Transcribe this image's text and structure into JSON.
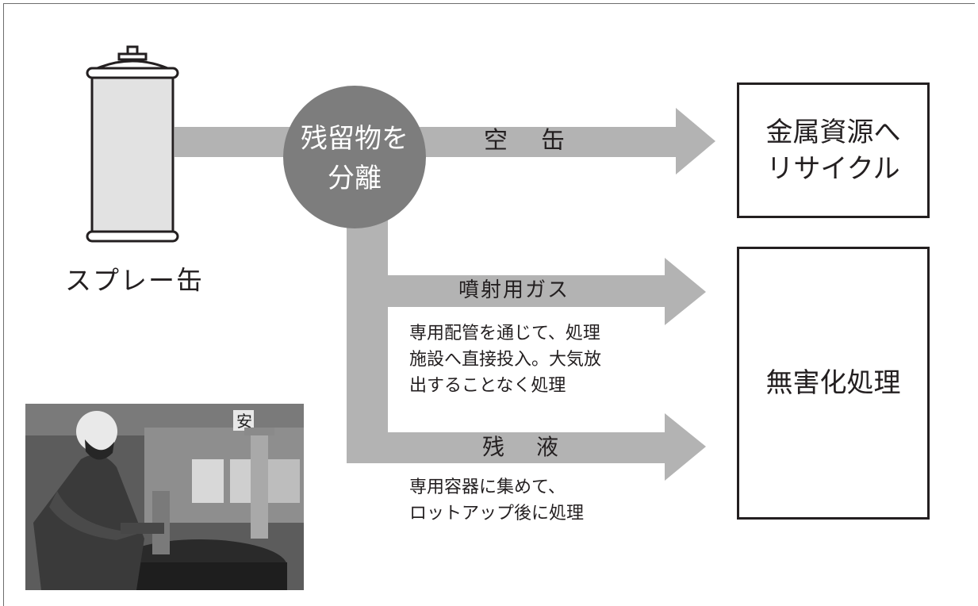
{
  "spray_can": {
    "label": "スプレー缶"
  },
  "separation": {
    "line1": "残留物を",
    "line2": "分離"
  },
  "streams": {
    "empty_can": {
      "label": "空　缶"
    },
    "propellant_gas": {
      "label": "噴射用ガス",
      "note": [
        "専用配管を通じて、処理",
        "施設へ直接投入。大気放",
        "出することなく処理"
      ]
    },
    "residual_liquid": {
      "label": "残　液",
      "note": [
        "専用容器に集めて、",
        "ロットアップ後に処理"
      ]
    }
  },
  "destinations": {
    "metal_recycling": {
      "line1": "金属資源へ",
      "line2": "リサイクル"
    },
    "detoxification": {
      "label": "無害化処理"
    }
  },
  "photo": {
    "sign_text": "安"
  },
  "colors": {
    "arrow_gray": "#b3b3b3",
    "circle_gray": "#7d7d7d",
    "can_body": "#e2e2e2",
    "text": "#231f20"
  }
}
